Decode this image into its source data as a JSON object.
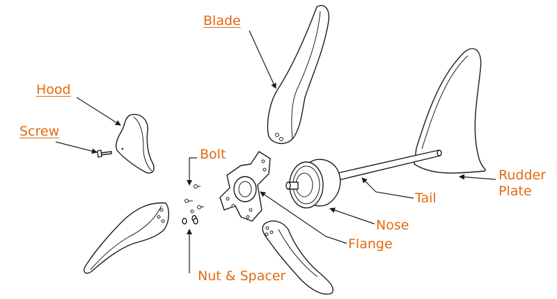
{
  "labels": {
    "blade": "Blade",
    "hood": "Hood",
    "screw": "Screw",
    "bolt": "Bolt",
    "rudder_plate_line1": "Rudder",
    "rudder_plate_line2": "Plate",
    "tail": "Tail",
    "nose": "Nose",
    "flange": "Flange",
    "nut_spacer": "Nut & Spacer"
  },
  "colors": {
    "label": "#e26a0e",
    "line": "#1a1a1a",
    "background": "#ffffff"
  }
}
